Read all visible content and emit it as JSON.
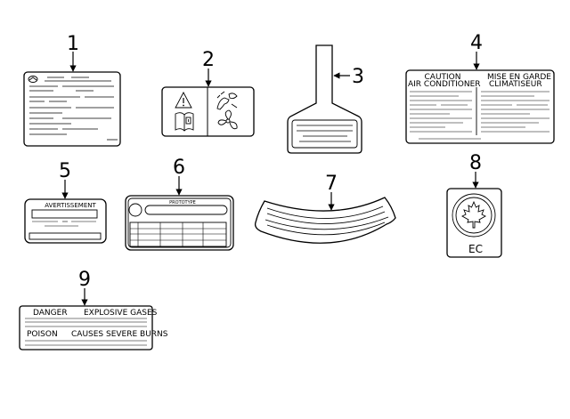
{
  "callouts": [
    "1",
    "2",
    "3",
    "4",
    "5",
    "6",
    "7",
    "8",
    "9"
  ],
  "label_4": {
    "line1_left": "CAUTION",
    "line1_right": "MISE EN GARDE",
    "line2_left": "AIR CONDITIONER",
    "line2_right": "CLIMATISEUR"
  },
  "label_5": {
    "title": "AVERTISSEMENT"
  },
  "label_6": {
    "title": "PROTOTYPE"
  },
  "label_8": {
    "text": "EC"
  },
  "label_9": {
    "line1_left": "DANGER",
    "line1_right": "EXPLOSIVE GASES",
    "line2_left": "POISON",
    "line2_right": "CAUSES SEVERE BURNS"
  },
  "icons": [
    "warning-triangle-icon",
    "manual-book-icon",
    "hand-fan-warning-icon",
    "fan-icon",
    "maple-leaf-icon",
    "logo-icon"
  ]
}
